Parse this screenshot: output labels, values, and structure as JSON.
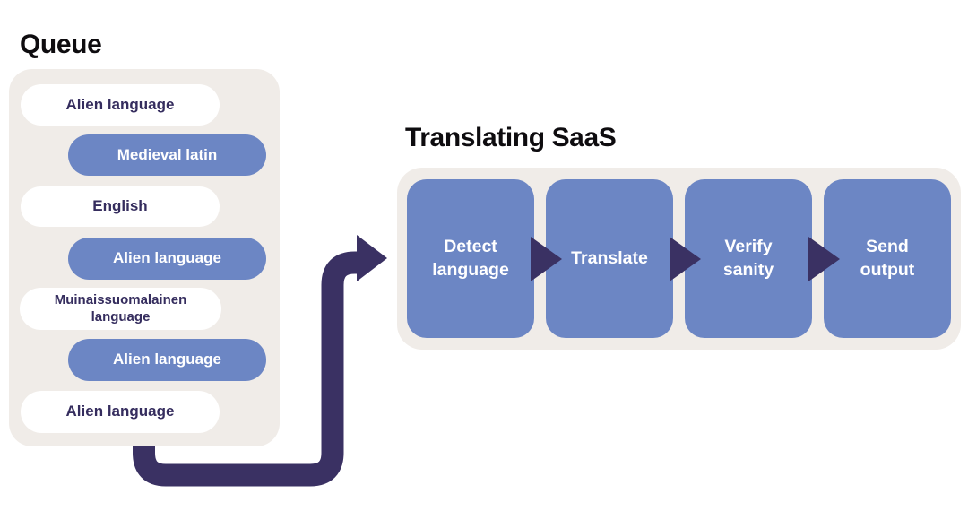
{
  "queue": {
    "title": "Queue",
    "items": [
      {
        "label": "Alien language",
        "variant": "plain"
      },
      {
        "label": "Medieval latin",
        "variant": "highlight"
      },
      {
        "label": "English",
        "variant": "plain"
      },
      {
        "label": "Alien language",
        "variant": "highlight"
      },
      {
        "label": "Muinaissuomalainen\nlanguage",
        "variant": "plain"
      },
      {
        "label": "Alien language",
        "variant": "highlight"
      },
      {
        "label": "Alien language",
        "variant": "plain"
      }
    ]
  },
  "pipeline": {
    "title": "Translating SaaS",
    "steps": [
      {
        "label": "Detect\nlanguage"
      },
      {
        "label": "Translate"
      },
      {
        "label": "Verify\nsanity"
      },
      {
        "label": "Send\noutput"
      }
    ]
  },
  "icons": {
    "flow_arrow": "elbow-arrow-right",
    "step_connector": "triangle-right"
  },
  "colors": {
    "accent_blue": "#6c86c4",
    "dark_purple": "#3a3163",
    "panel_beige": "#f0ece8",
    "title_ink": "#0e0c0f",
    "pill_text": "#352d5e"
  }
}
